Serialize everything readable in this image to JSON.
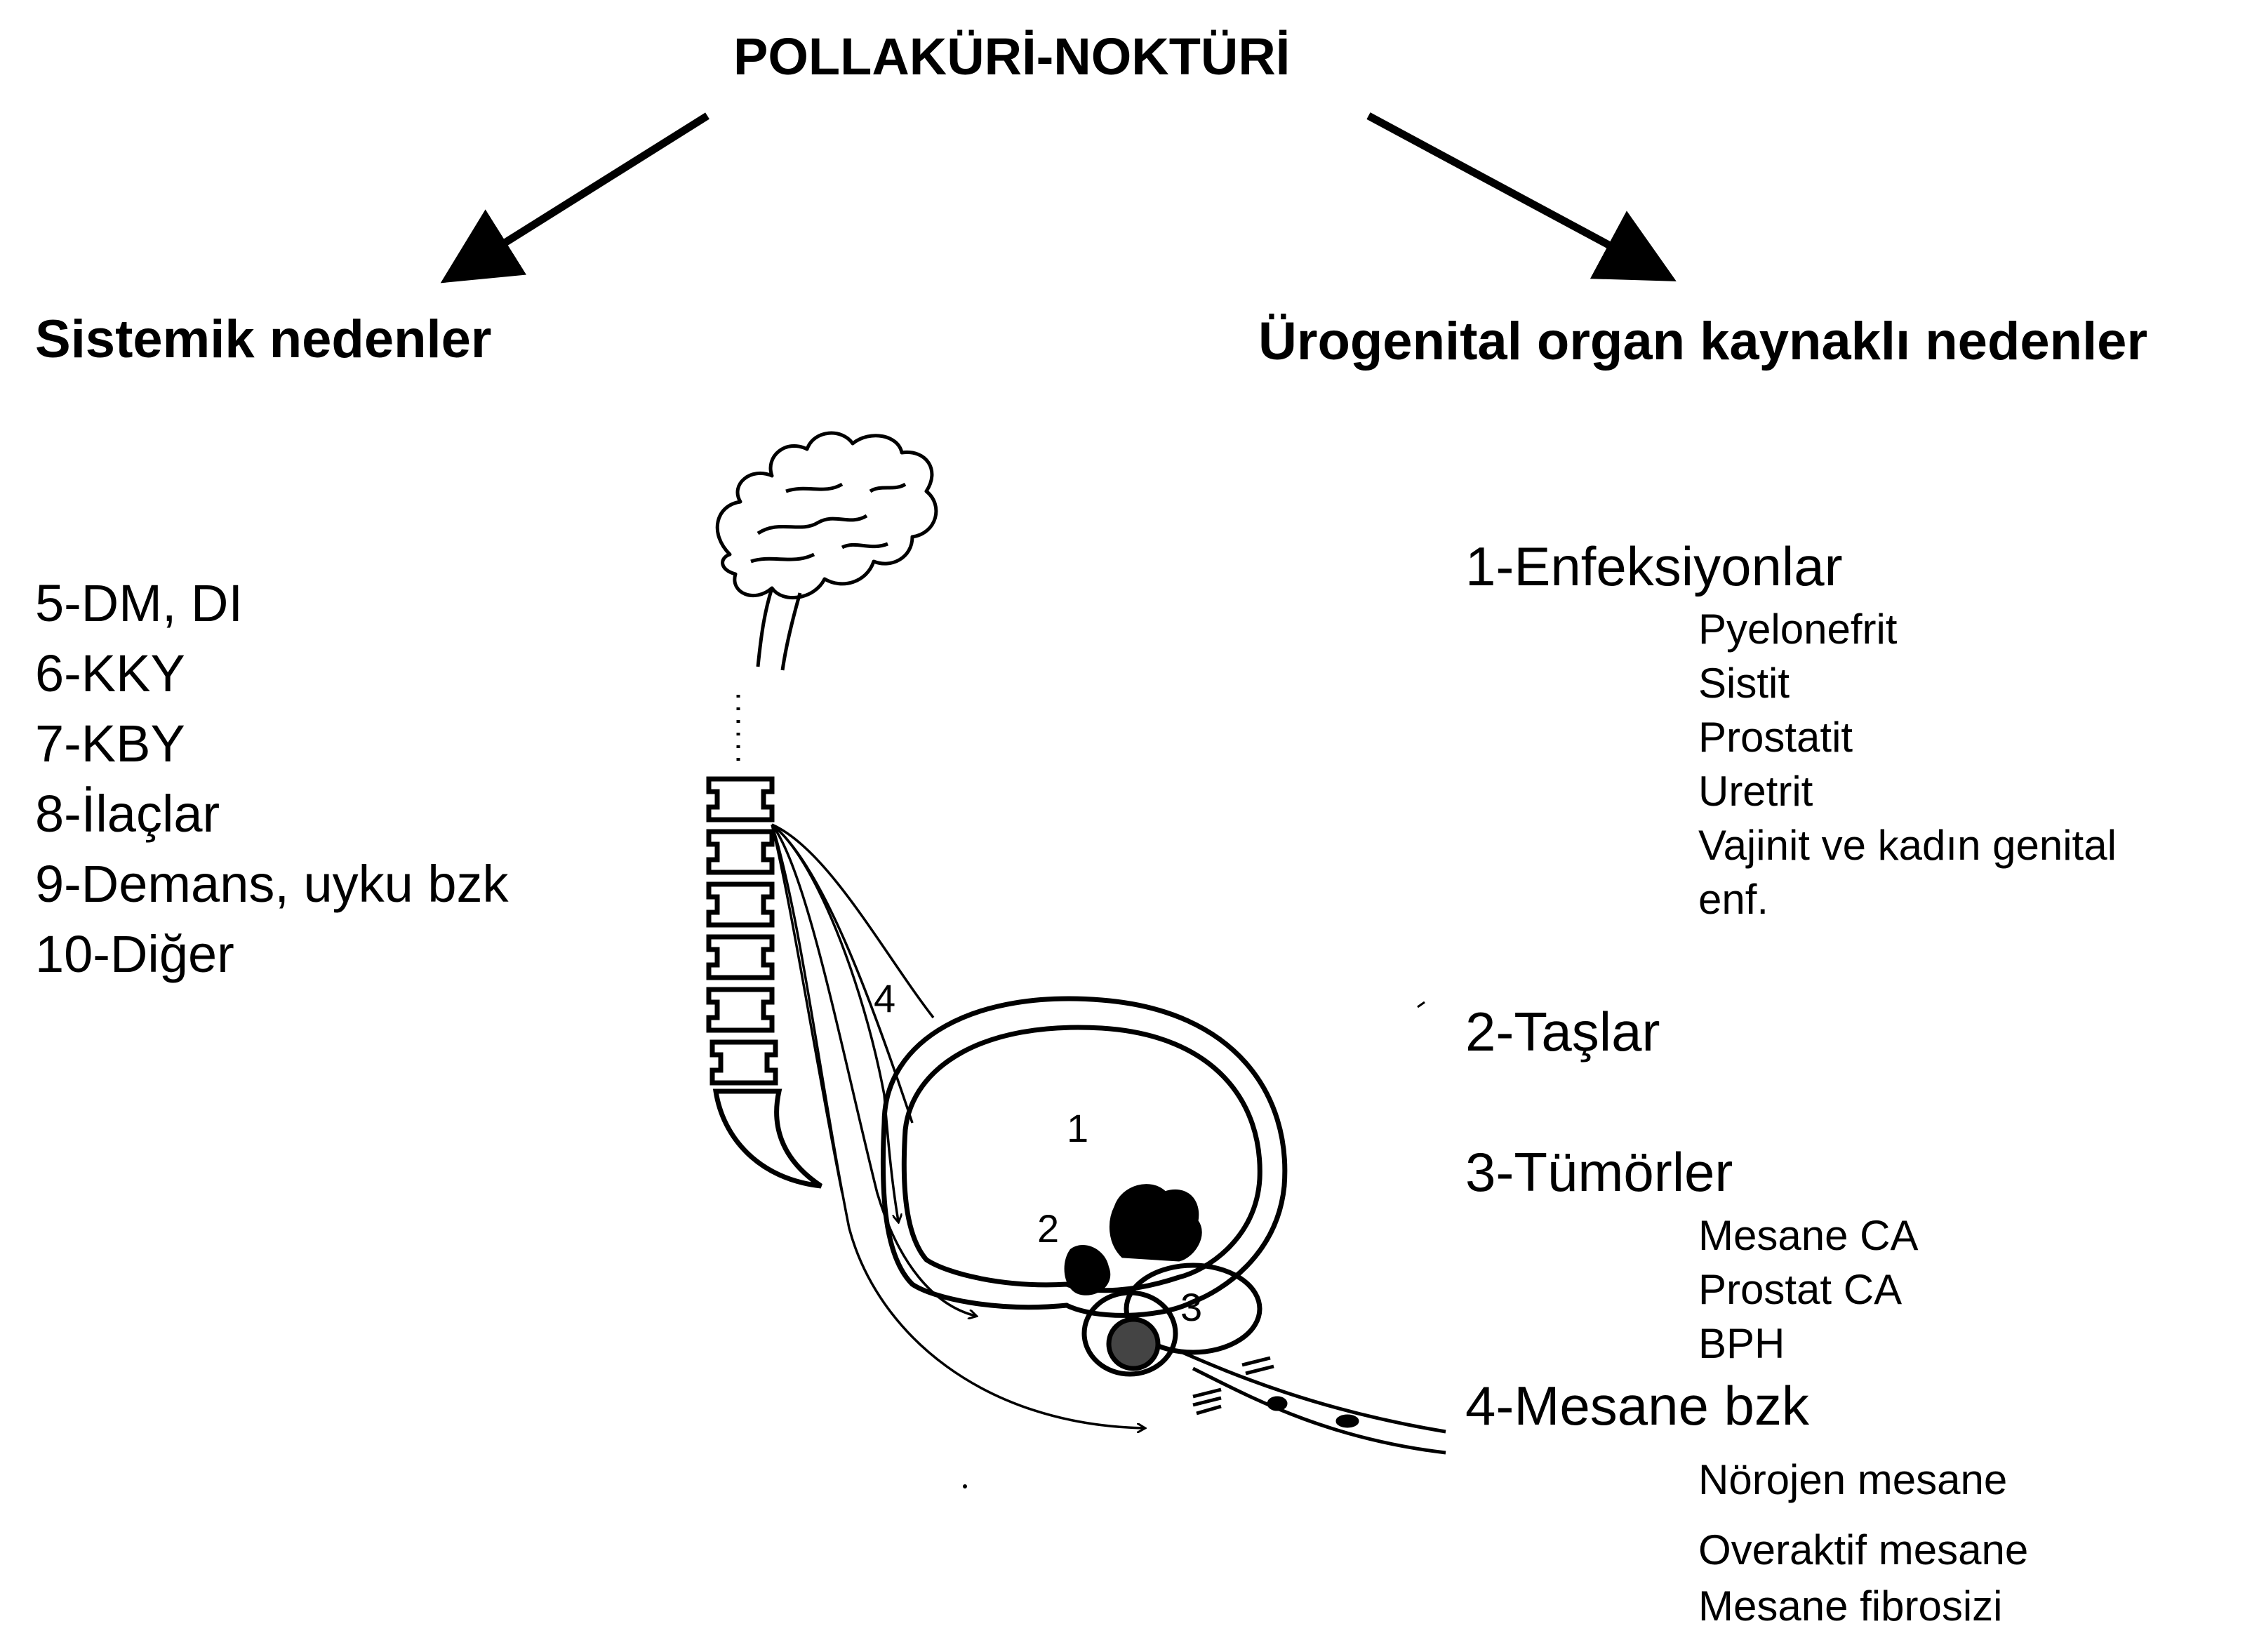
{
  "title": "POLLAKÜRİ-NOKTÜRİ",
  "branches": {
    "left": "Sistemik nedenler",
    "right": "Ürogenital organ kaynaklı nedenler"
  },
  "systemic_causes": [
    "5-DM, DI",
    "6-KKY",
    "7-KBY",
    "8-İlaçlar",
    "9-Demans, uyku bzk",
    "10-Diğer"
  ],
  "urogenital_causes": [
    {
      "title": "1-Enfeksiyonlar",
      "items": [
        "Pyelonefrit",
        "Sistit",
        "Prostatit",
        "Uretrit",
        "Vajinit ve kadın genital",
        "enf."
      ]
    },
    {
      "title": "2-Taşlar",
      "items": []
    },
    {
      "title": "3-Tümörler",
      "items": [
        "Mesane CA",
        "Prostat CA",
        "BPH"
      ]
    },
    {
      "title": "4-Mesane bzk",
      "items": [
        "Nörojen mesane",
        "Overaktif mesane",
        "Mesane fibrosizi"
      ]
    }
  ],
  "illustration_labels": [
    "1",
    "2",
    "3",
    "4"
  ]
}
